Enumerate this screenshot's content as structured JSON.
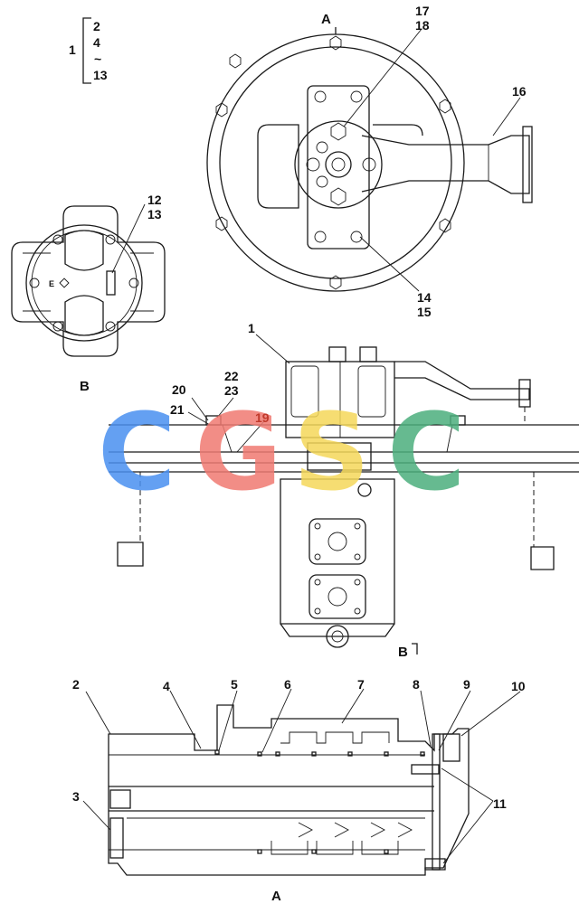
{
  "group_bracket": {
    "parent": "1",
    "children": [
      "2",
      "4",
      "~",
      "13"
    ]
  },
  "views": {
    "A_top": "A",
    "B_side": "B",
    "B_caption": "B",
    "A_bottom": "A"
  },
  "labels": {
    "l17": "17",
    "l18": "18",
    "l16": "16",
    "l14": "14",
    "l15": "15",
    "l12": "12",
    "l13": "13",
    "l1": "1",
    "l22": "22",
    "l23": "23",
    "l20": "20",
    "l21": "21",
    "l19": "19",
    "l2": "2",
    "l3": "3",
    "l4": "4",
    "l5": "5",
    "l6": "6",
    "l7": "7",
    "l8": "8",
    "l9": "9",
    "l10": "10",
    "l11": "11"
  },
  "center_mark": "E",
  "watermark": {
    "letters": [
      "C",
      "G",
      "S",
      "C"
    ],
    "colors": [
      "#4a90f0",
      "#f07a72",
      "#f5d85a",
      "#4caf7d"
    ]
  }
}
